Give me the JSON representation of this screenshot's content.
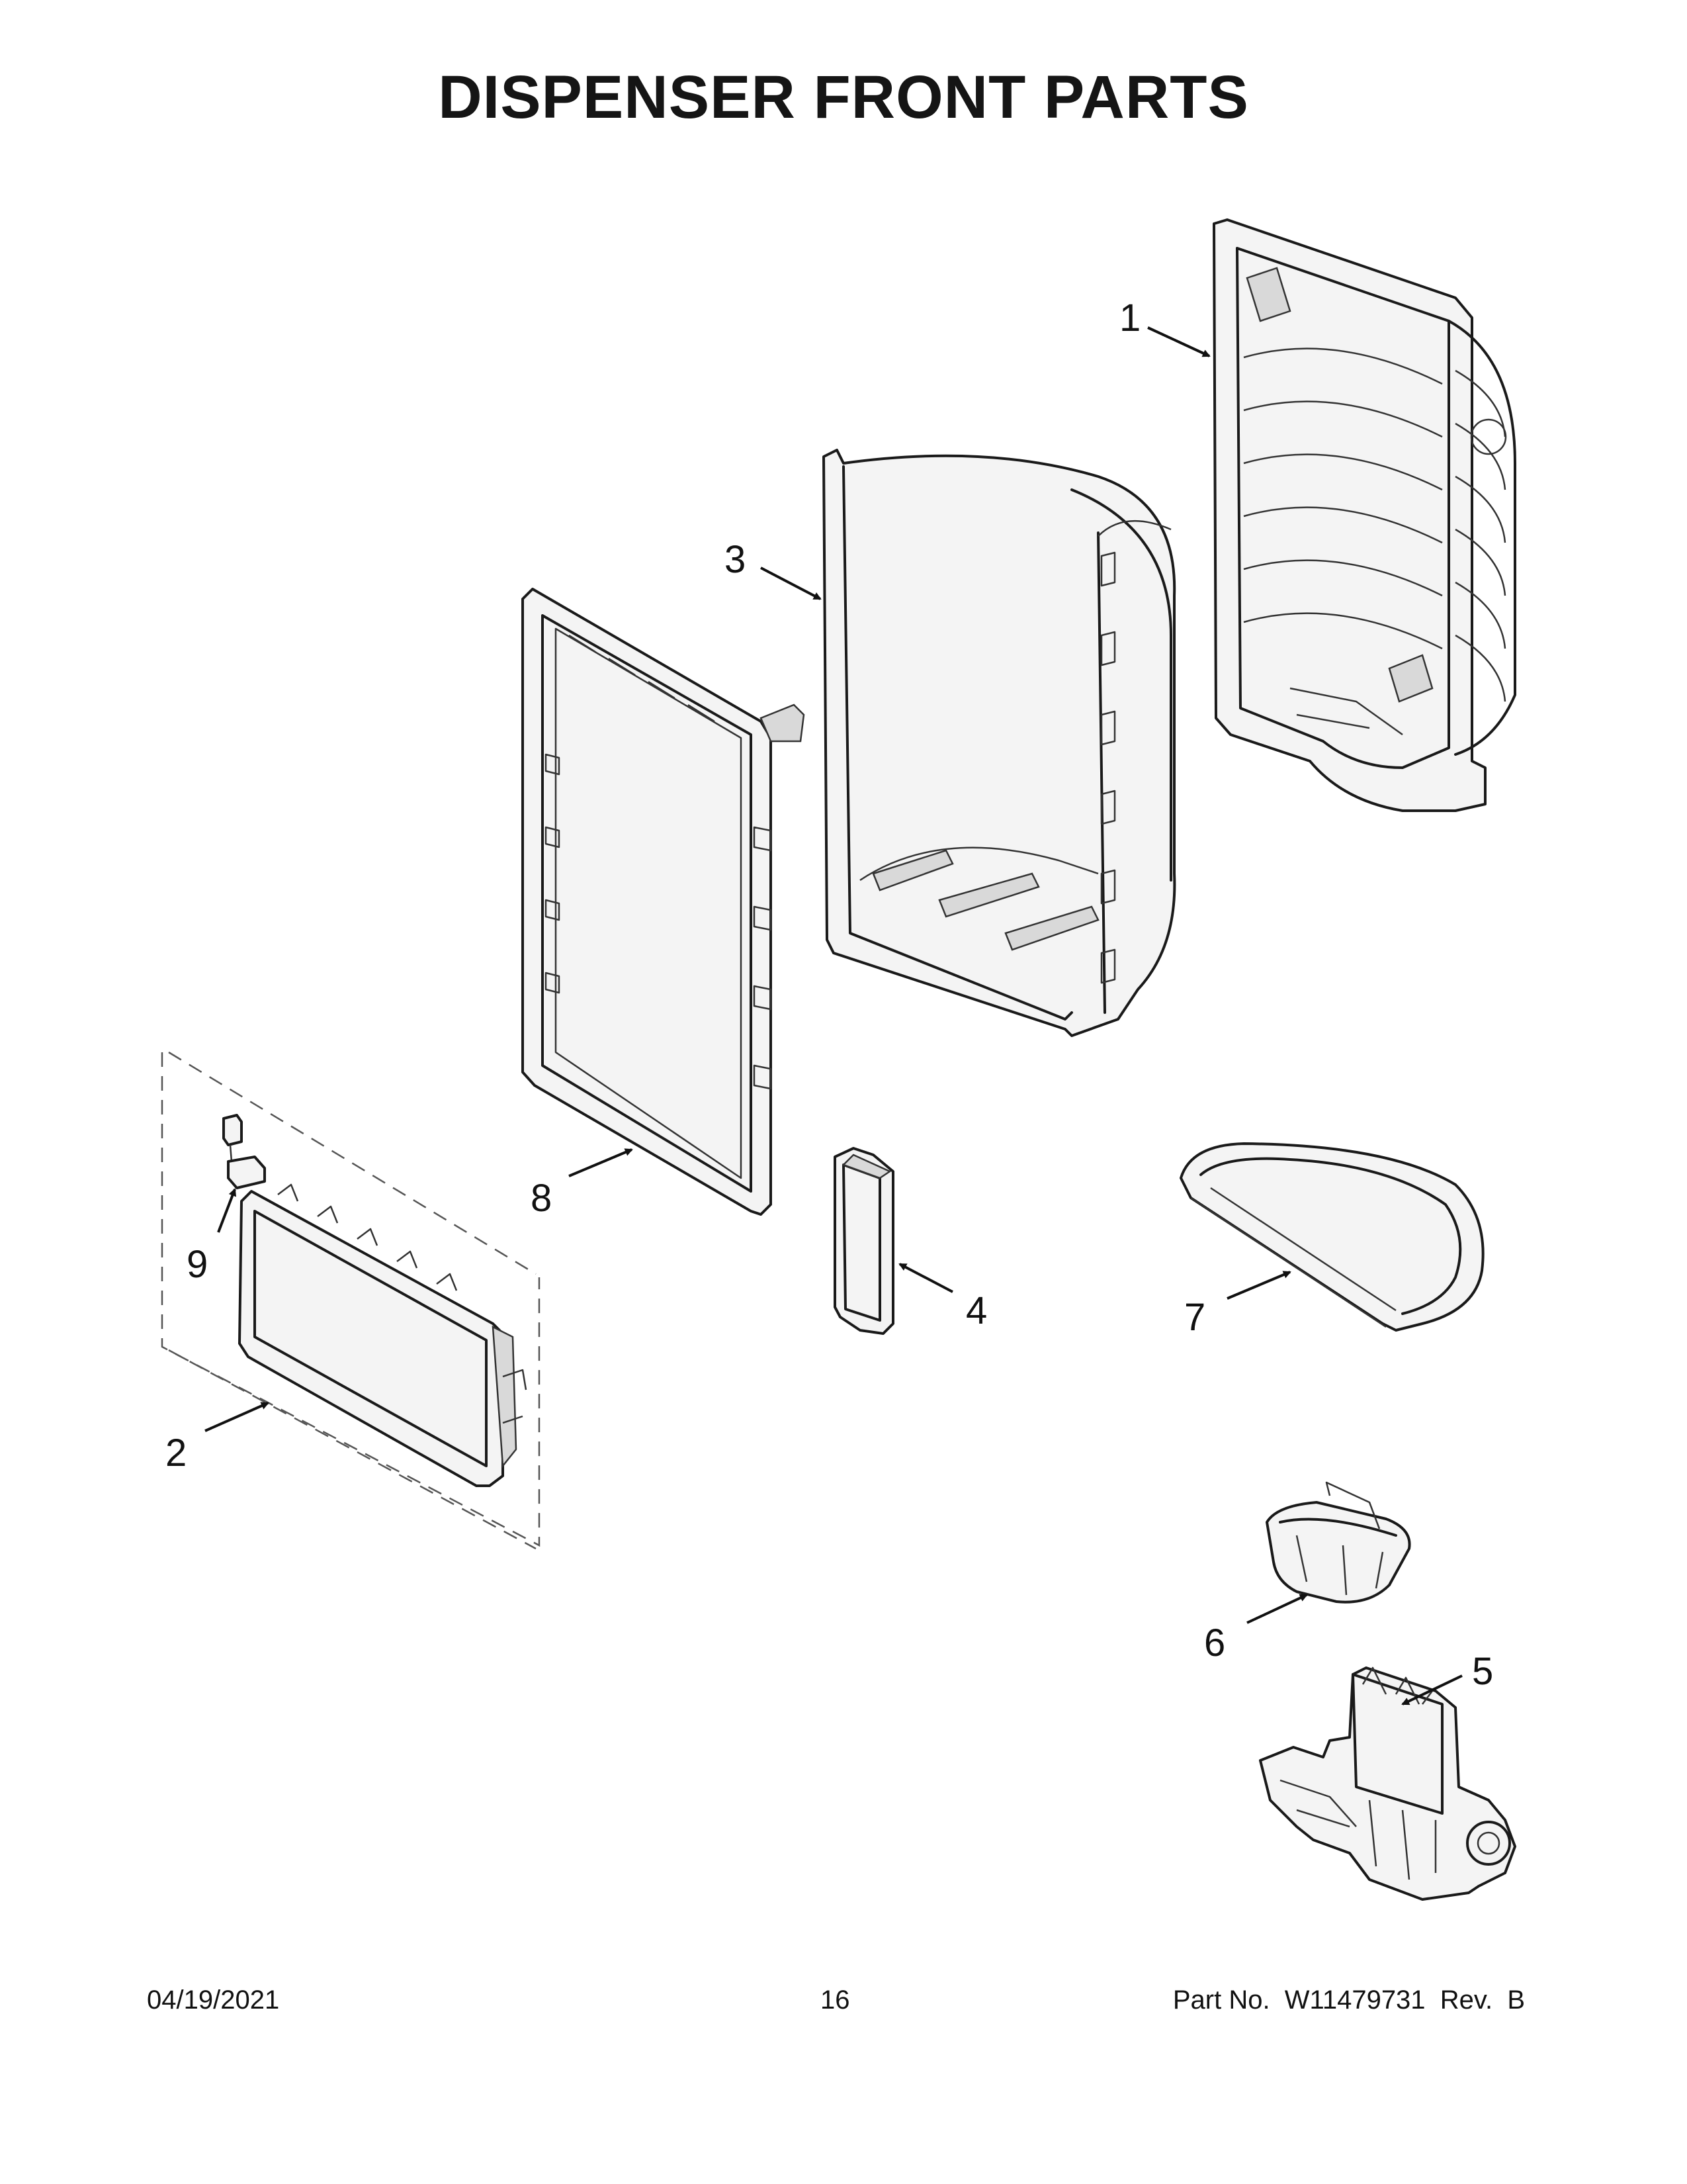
{
  "title": "DISPENSER FRONT PARTS",
  "callouts": [
    {
      "id": "1"
    },
    {
      "id": "2"
    },
    {
      "id": "3"
    },
    {
      "id": "4"
    },
    {
      "id": "5"
    },
    {
      "id": "6"
    },
    {
      "id": "7"
    },
    {
      "id": "8"
    },
    {
      "id": "9"
    }
  ],
  "footer": {
    "date": "04/19/2021",
    "page": "16",
    "part_label": "Part No.",
    "part_number": "W11479731",
    "rev_label": "Rev.",
    "rev": "B"
  }
}
